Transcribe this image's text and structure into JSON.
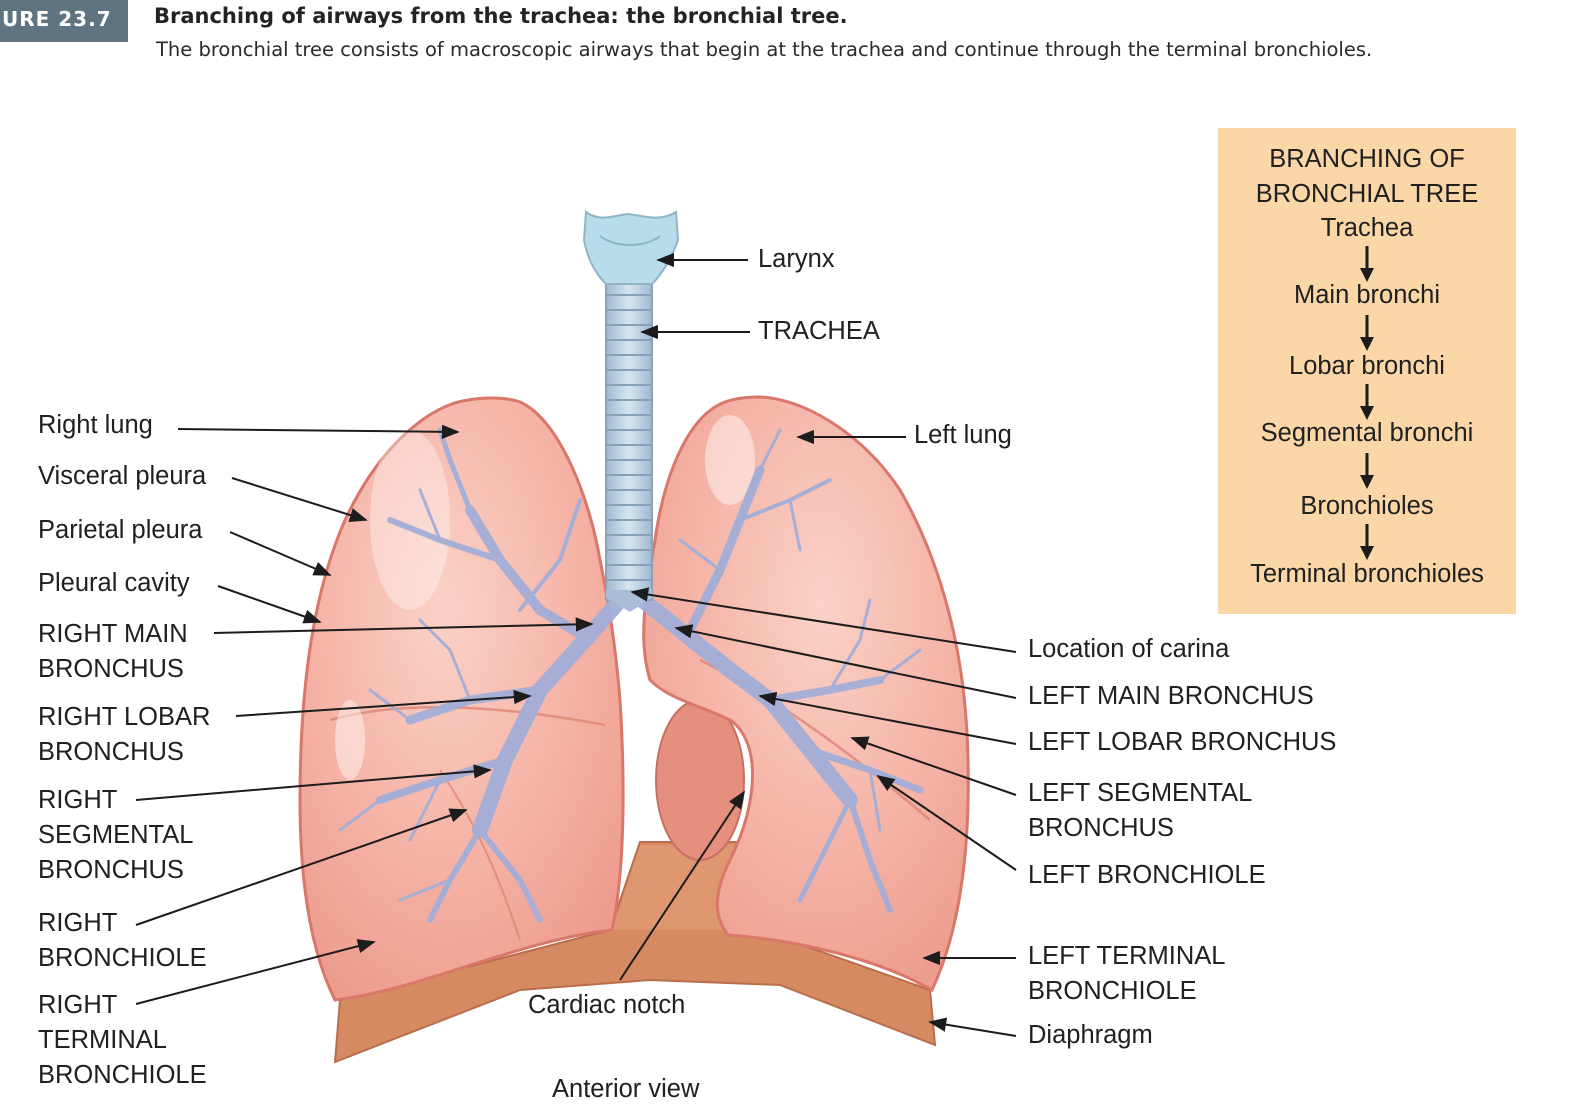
{
  "figure": {
    "badge": "URE 23.7",
    "title": "Branching of airways from the trachea: the bronchial tree.",
    "caption": "The bronchial tree consists of macroscopic airways that begin at the trachea and continue through the terminal bronchioles."
  },
  "labels": {
    "larynx": "Larynx",
    "trachea": "TRACHEA",
    "right_lung": "Right lung",
    "left_lung": "Left lung",
    "visceral_pleura": "Visceral pleura",
    "parietal_pleura": "Parietal pleura",
    "pleural_cavity": "Pleural cavity",
    "right_main_bronchus": [
      "RIGHT MAIN",
      "BRONCHUS"
    ],
    "right_lobar_bronchus": [
      "RIGHT LOBAR",
      "BRONCHUS"
    ],
    "right_segmental_bronchus": [
      "RIGHT",
      "SEGMENTAL",
      "BRONCHUS"
    ],
    "right_bronchiole": [
      "RIGHT",
      "BRONCHIOLE"
    ],
    "right_terminal_bronchiole": [
      "RIGHT",
      "TERMINAL",
      "BRONCHIOLE"
    ],
    "cardiac_notch": "Cardiac notch",
    "anterior_view": "Anterior view",
    "location_of_carina": "Location of carina",
    "left_main_bronchus": "LEFT MAIN BRONCHUS",
    "left_lobar_bronchus": "LEFT LOBAR BRONCHUS",
    "left_segmental_bronchus": [
      "LEFT SEGMENTAL",
      "BRONCHUS"
    ],
    "left_bronchiole": "LEFT BRONCHIOLE",
    "left_terminal_bronchiole": [
      "LEFT TERMINAL",
      "BRONCHIOLE"
    ],
    "diaphragm": "Diaphragm"
  },
  "branching_box": {
    "title": [
      "BRANCHING OF",
      "BRONCHIAL TREE"
    ],
    "steps": [
      "Trachea",
      "Main bronchi",
      "Lobar bronchi",
      "Segmental bronchi",
      "Bronchioles",
      "Terminal bronchioles"
    ]
  },
  "colors": {
    "badge": "#5f7480",
    "box": "#fbd7a8",
    "lung": "#f2a496",
    "lung_edge": "#d9776a",
    "airway": "#a9b6d8",
    "trachea": "#b9d0e2",
    "diaphragm": "#d68a62"
  }
}
